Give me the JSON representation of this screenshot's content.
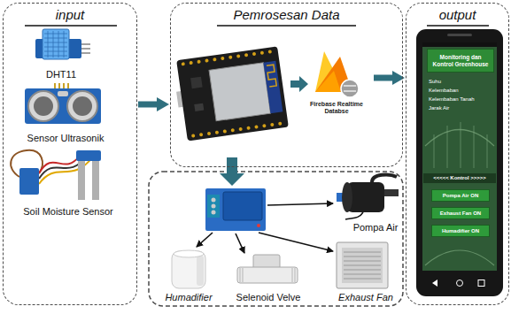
{
  "diagram": {
    "nodes": [
      {
        "text": [
          "input"
        ]
      },
      {
        "text": [
          "DHT11"
        ],
        "in": 0
      },
      {
        "text": [
          "Sensor Ultrasonik"
        ],
        "in": 0
      },
      {
        "text": [
          "Soil Moisture Sensor"
        ],
        "in": 0
      },
      {
        "text": [
          "Pemrosesan Data"
        ]
      },
      {
        "text": [
          "Firebase Realtime Databse"
        ],
        "in": 4
      },
      {
        "text": [
          "output"
        ]
      },
      {
        "text": [
          "Monitoring dan Kontrol Greenhouse"
        ],
        "in": 6
      },
      {
        "text": [
          "Pompa Air ON"
        ],
        "in": 6
      },
      {
        "text": [
          "Exhaust Fan ON"
        ],
        "in": 6
      },
      {
        "text": [
          "Humadifier ON"
        ],
        "in": 6
      },
      {
        "text": [
          "Pompa Air"
        ]
      },
      {
        "text": [
          "Humadifier"
        ]
      },
      {
        "text": [
          "Selenoid Velve"
        ]
      },
      {
        "text": [
          "Exhaust Fan"
        ]
      }
    ],
    "edges": [
      {
        "from": 0,
        "to": 4,
        "arrow": "to"
      },
      {
        "from": 5,
        "to": 6,
        "arrow": "to"
      }
    ],
    "labels": [
      "Suhu",
      "Kelembaban",
      "Kelembaban Tanah",
      "Jarak Air",
      "<<<<< Kontrol >>>>>"
    ]
  }
}
